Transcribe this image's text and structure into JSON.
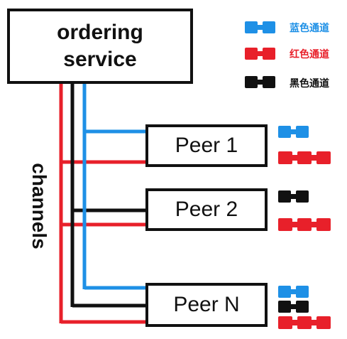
{
  "diagram": {
    "service_label_line1": "ordering",
    "service_label_line2": "service",
    "channels_label": "channels",
    "peers": [
      "Peer 1",
      "Peer 2",
      "Peer N"
    ]
  },
  "legend": [
    {
      "label": "蓝色通道",
      "color": "#1e90e6",
      "label_color": "#1e90e6"
    },
    {
      "label": "红色通道",
      "color": "#e8202a",
      "label_color": "#e8202a"
    },
    {
      "label": "黑色通道",
      "color": "#111111",
      "label_color": "#111111"
    }
  ],
  "colors": {
    "blue": "#1e90e6",
    "red": "#e8202a",
    "black": "#111111"
  },
  "peer_channels": [
    [
      "blue",
      "red"
    ],
    [
      "black",
      "red"
    ],
    [
      "blue",
      "black",
      "red"
    ]
  ]
}
